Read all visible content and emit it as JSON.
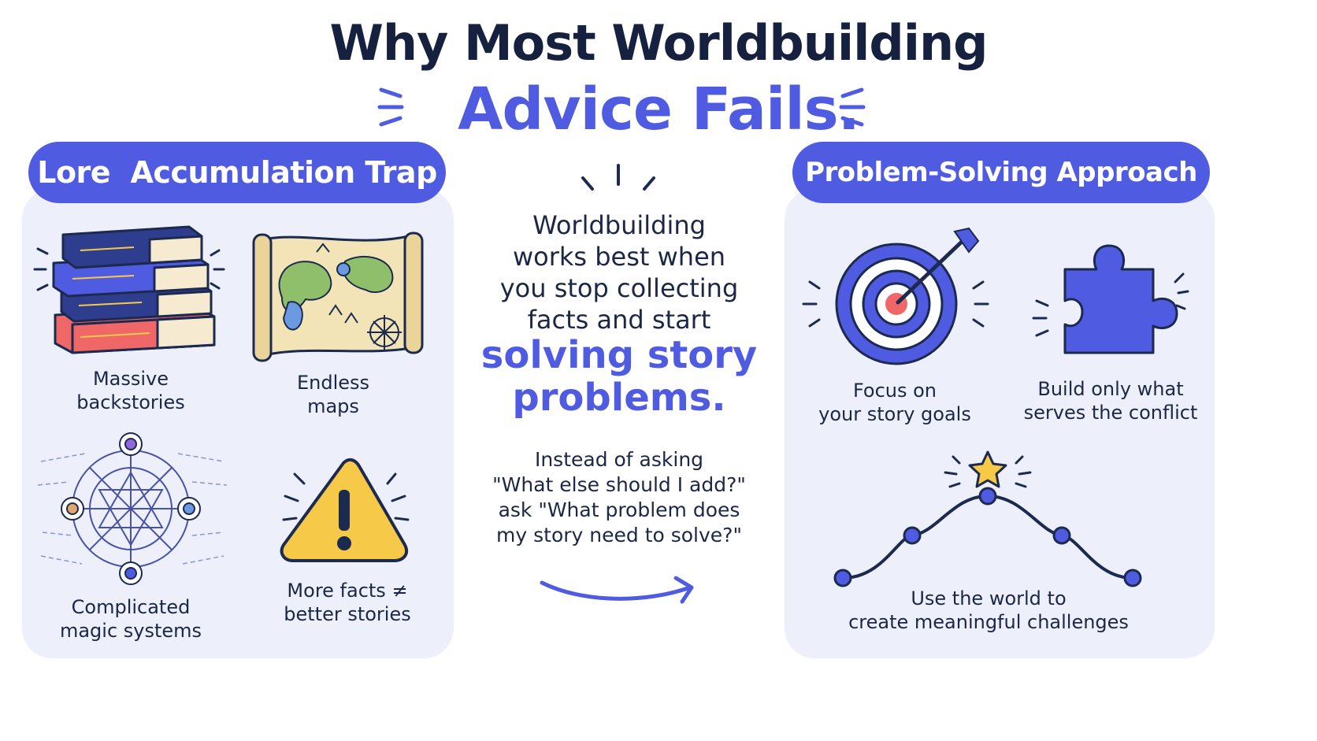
{
  "title": {
    "line1": "Why Most Worldbuilding",
    "line2": "Advice Fails."
  },
  "colors": {
    "accent": "#4f5be0",
    "dark": "#16213f",
    "panel": "#edf0fb",
    "red": "#ef6767",
    "yellow": "#f7c948",
    "green": "#8fbf6a"
  },
  "left_panel": {
    "header": "Lore  Accumulation Trap",
    "items": [
      {
        "icon": "books-stack-icon",
        "caption": "Massive\nbackstories"
      },
      {
        "icon": "scroll-map-icon",
        "caption": "Endless\nmaps"
      },
      {
        "icon": "magic-circle-icon",
        "caption": "Complicated\nmagic systems"
      },
      {
        "icon": "warning-triangle-icon",
        "caption": "More facts ≠\nbetter stories"
      }
    ]
  },
  "center": {
    "statement": "Worldbuilding\nworks best when\nyou stop collecting\nfacts and start",
    "emphasis": "solving story\nproblems.",
    "question": "Instead of asking\n\"What else should I add?\"\nask \"What problem does\nmy story need to solve?\""
  },
  "right_panel": {
    "header": "Problem-Solving Approach",
    "items": [
      {
        "icon": "target-arrow-icon",
        "caption": "Focus on\nyour story goals"
      },
      {
        "icon": "puzzle-piece-icon",
        "caption": "Build only what\nserves the conflict"
      },
      {
        "icon": "story-arc-star-icon",
        "caption": "Use the world to\ncreate meaningful challenges"
      }
    ]
  }
}
